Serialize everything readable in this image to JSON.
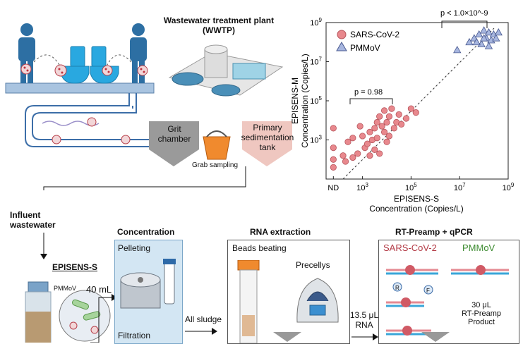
{
  "wwtp": {
    "title_line1": "Wastewater treatment plant",
    "title_line2": "(WWTP)"
  },
  "process": {
    "grit_line1": "Grit",
    "grit_line2": "chamber",
    "primary_line1": "Primary",
    "primary_line2": "sedimentation",
    "primary_line3": "tank",
    "grab": "Grab sampling"
  },
  "influent": {
    "line1": "Influent",
    "line2": "wastewater",
    "method": "EPISENS-S",
    "pmmov": "PMMoV"
  },
  "concentration": {
    "title": "Concentration",
    "pelleting": "Pelleting",
    "filtration": "Filtration",
    "volume": "40 mL"
  },
  "extraction": {
    "title": "RNA extraction",
    "beads": "Beads beating",
    "precellys": "Precellys",
    "all_sludge": "All sludge"
  },
  "rt": {
    "title": "RT-Preamp + qPCR",
    "sars": "SARS-CoV-2",
    "pmmov": "PMMoV",
    "input_line1": "13.5 μL",
    "input_line2": "RNA",
    "product_line1": "30 μL",
    "product_line2": "RT-Preamp",
    "product_line3": "Product",
    "probe_r": "R",
    "probe_f": "F"
  },
  "chart_data": {
    "type": "scatter",
    "xlabel_line1": "EPISENS-S",
    "xlabel_line2": "Concentration (Copies/L)",
    "ylabel_line1": "EPISENS-M",
    "ylabel_line2": "Concentration (Copies/L)",
    "x_tick_labels": [
      "ND",
      "10^3",
      "10^5",
      "10^7",
      "10^9"
    ],
    "y_tick_labels": [
      "10^3",
      "10^5",
      "10^7",
      "10^9"
    ],
    "log_scale": true,
    "xlim_log10": [
      1.5,
      9
    ],
    "ylim_log10": [
      1,
      9
    ],
    "legend_position": "top-left",
    "reference_line": "y = x (dashed)",
    "annotations": [
      {
        "text": "p = 0.98",
        "bracket_x_log10": [
          1.8,
          4
        ]
      },
      {
        "text": "p < 1.0×10^-9",
        "bracket_x_log10": [
          7,
          8.6
        ]
      }
    ],
    "series": [
      {
        "name": "SARS-CoV-2",
        "color": "#e8888d",
        "points": [
          [
            1.8,
            1.6
          ],
          [
            1.8,
            2.0
          ],
          [
            1.8,
            2.6
          ],
          [
            1.8,
            3.6
          ],
          [
            2.2,
            2.2
          ],
          [
            2.3,
            1.9
          ],
          [
            2.4,
            2.9
          ],
          [
            2.6,
            2.1
          ],
          [
            2.8,
            2.3
          ],
          [
            2.9,
            3.7
          ],
          [
            3.0,
            3.2
          ],
          [
            3.1,
            2.6
          ],
          [
            3.2,
            2.8
          ],
          [
            3.3,
            3.4
          ],
          [
            3.4,
            3.0
          ],
          [
            3.5,
            3.6
          ],
          [
            3.5,
            2.5
          ],
          [
            3.6,
            3.9
          ],
          [
            3.6,
            3.1
          ],
          [
            3.7,
            4.2
          ],
          [
            3.7,
            2.3
          ],
          [
            3.8,
            3.7
          ],
          [
            3.9,
            3.4
          ],
          [
            3.9,
            4.5
          ],
          [
            4.0,
            3.9
          ],
          [
            4.0,
            2.9
          ],
          [
            4.1,
            4.2
          ],
          [
            4.1,
            3.2
          ],
          [
            4.2,
            4.6
          ],
          [
            4.3,
            3.6
          ],
          [
            4.4,
            3.9
          ],
          [
            4.5,
            4.3
          ],
          [
            4.6,
            3.8
          ],
          [
            4.8,
            4.1
          ],
          [
            5.0,
            4.6
          ],
          [
            5.2,
            4.4
          ],
          [
            3.3,
            2.2
          ],
          [
            2.6,
            3.1
          ]
        ]
      },
      {
        "name": "PMMoV",
        "color": "#a7b6df",
        "points": [
          [
            6.9,
            7.6
          ],
          [
            7.4,
            8.0
          ],
          [
            7.6,
            8.2
          ],
          [
            7.8,
            8.4
          ],
          [
            7.9,
            7.9
          ],
          [
            8.0,
            8.6
          ],
          [
            8.1,
            8.2
          ],
          [
            8.2,
            8.5
          ],
          [
            8.3,
            8.1
          ],
          [
            8.4,
            8.4
          ],
          [
            8.5,
            8.2
          ],
          [
            8.6,
            8.5
          ],
          [
            8.2,
            7.8
          ],
          [
            8.0,
            8.2
          ],
          [
            7.7,
            8.0
          ]
        ]
      }
    ]
  }
}
